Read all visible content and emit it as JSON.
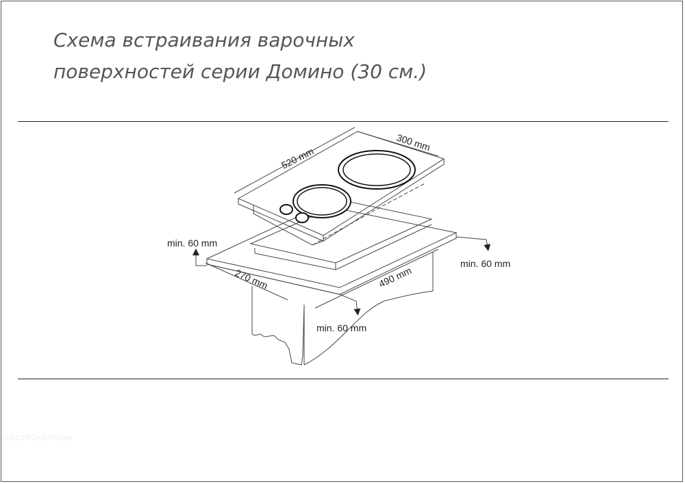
{
  "title": {
    "line1": "Схема встраивания варочных",
    "line2": "поверхностей серии Домино (30 см.)"
  },
  "dimensions": {
    "hob_length": "520 mm",
    "hob_width": "300 mm",
    "cutout_depth": "270 mm",
    "cutout_length": "490 mm",
    "clearance_left": "min. 60 mm",
    "clearance_right": "min. 60 mm",
    "clearance_bottom": "min. 60 mm"
  },
  "watermark": "ELECTROHEAT.com",
  "colors": {
    "title": "#555555",
    "line": "#444444",
    "text": "#222222"
  }
}
